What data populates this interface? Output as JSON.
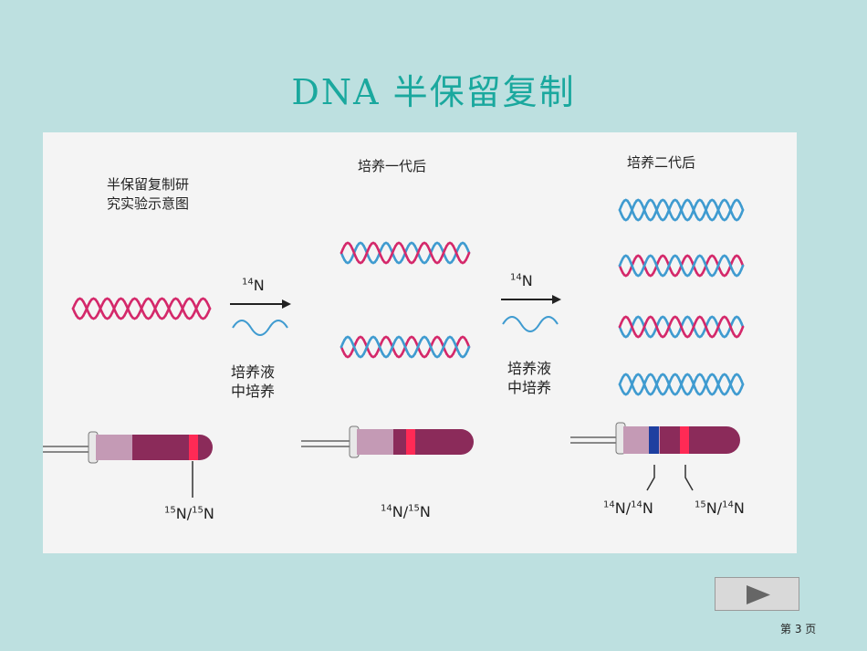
{
  "title": "DNA 半保留复制",
  "diagram": {
    "caption_line1": "半保留复制研",
    "caption_line2": "究实验示意图",
    "stage1_label": "培养一代后",
    "stage2_label": "培养二代后",
    "arrow_isotope": "N",
    "arrow_isotope_mass": "14",
    "medium_line1": "培养液",
    "medium_line2": "中培养",
    "tube1_band": {
      "upper": "15",
      "lower": "15"
    },
    "tube2_band": {
      "upper": "14",
      "lower": "15"
    },
    "tube3_band_light": {
      "upper": "14",
      "lower": "14"
    },
    "tube3_band_hybrid": {
      "upper": "15",
      "lower": "14"
    },
    "element_symbol": "N",
    "colors": {
      "heavy_strand": "#d4286a",
      "light_strand": "#3f9bd0",
      "tube": "#8b2b5a",
      "band_red": "#ff2a55",
      "band_blue": "#1e3fa0"
    }
  },
  "nav": {
    "icon": "play-next-icon"
  },
  "page_prefix": "第 ",
  "page_number": "3",
  "page_suffix": " 页"
}
